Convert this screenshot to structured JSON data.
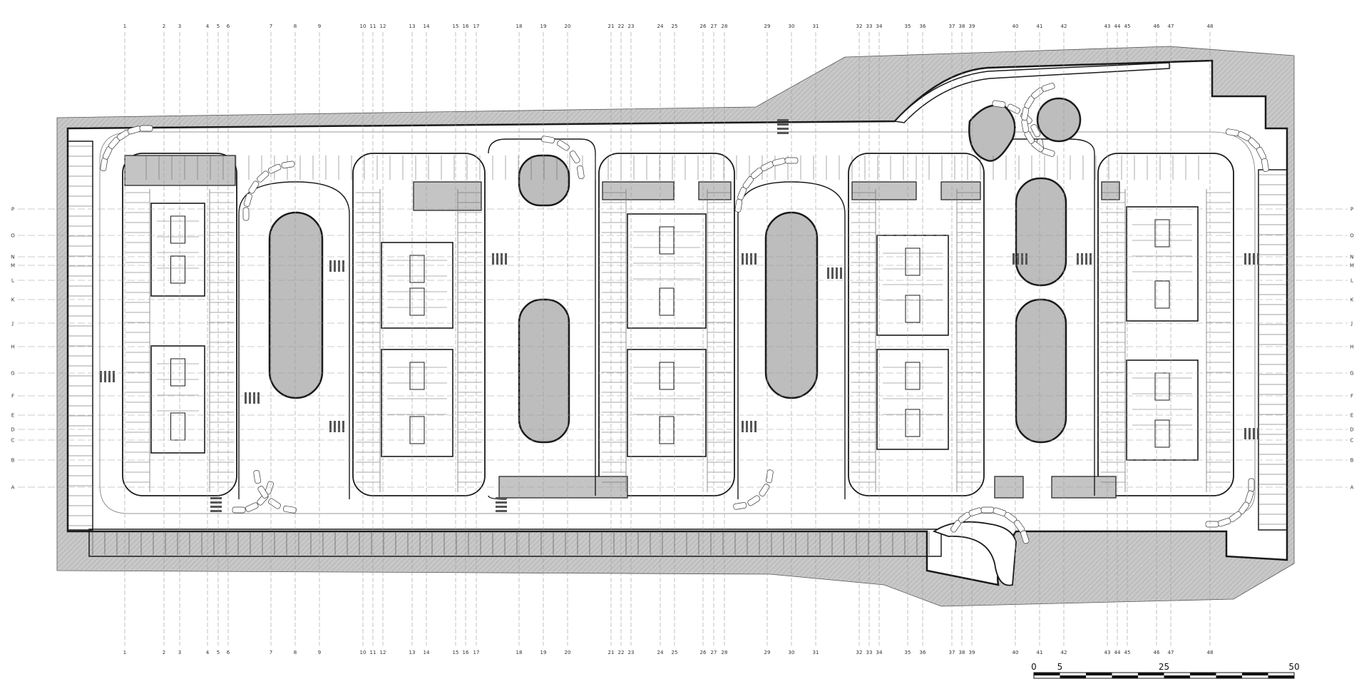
{
  "drawing": {
    "column_grid": [
      "1",
      "2",
      "3",
      "4",
      "5",
      "6",
      "7",
      "8",
      "9",
      "10",
      "11",
      "12",
      "13",
      "14",
      "15",
      "16",
      "17",
      "18",
      "19",
      "20",
      "21",
      "22",
      "23",
      "24",
      "25",
      "26",
      "27",
      "28",
      "29",
      "30",
      "31",
      "32",
      "33",
      "34",
      "35",
      "36",
      "37",
      "38",
      "39",
      "40",
      "41",
      "42",
      "43",
      "44",
      "45",
      "46",
      "47",
      "48"
    ],
    "row_grid": [
      "P",
      "O",
      "N",
      "M",
      "L",
      "K",
      "J",
      "H",
      "G",
      "F",
      "E",
      "D",
      "C",
      "B",
      "A"
    ],
    "scale_bar": {
      "labels": [
        "0",
        "5",
        "25",
        "50"
      ],
      "values": [
        0,
        5,
        25,
        50
      ]
    }
  },
  "colors": {
    "wall": "#1a1a1a",
    "hatch_gray": "#c4c4c4",
    "island_gray": "#bdbdbd",
    "grid_line": "#9a9a9a",
    "background": "#ffffff"
  }
}
